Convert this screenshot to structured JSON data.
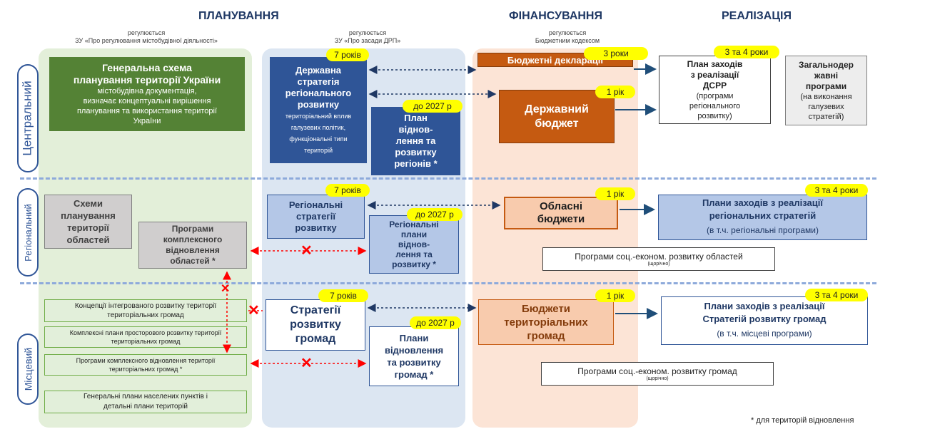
{
  "headers": {
    "planning": "ПЛАНУВАННЯ",
    "financing": "ФІНАНСУВАННЯ",
    "implementation": "РЕАЛІЗАЦІЯ"
  },
  "regulation_notes": {
    "plan1_line1": "регулюється",
    "plan1_line2": "ЗУ «Про регулювання містобудівної діяльності»",
    "plan2_line1": "регулюється",
    "plan2_line2": "ЗУ «Про засади ДРП»",
    "fin_line1": "регулюється",
    "fin_line2": "Бюджетним кодексом"
  },
  "levels": {
    "central": "Центральний",
    "regional": "Регіональний",
    "local": "Місцевий"
  },
  "central": {
    "general_scheme": {
      "title_line1": "Генеральна схема",
      "title_line2": "планування території України",
      "desc1": "містобудівна документація,",
      "desc2": "визначає концептуальні вирішення",
      "desc3": "планування та  використання території",
      "desc4": "України"
    },
    "state_strategy": {
      "badge": "7 років",
      "title1": "Державна",
      "title2": "стратегія",
      "title3": "регіонального",
      "title4": "розвитку",
      "desc1": "територіальний вплив",
      "desc2": "галузевих політик,",
      "desc3": "функціональні типи",
      "desc4": "територій"
    },
    "recovery_plan": {
      "badge": "до 2027 р",
      "line1": "План",
      "line2": "віднов-",
      "line3": "лення та",
      "line4": "розвитку",
      "line5": "регіонів *"
    },
    "budget_declarations": {
      "label": "Бюджетні декларації",
      "badge": "3 роки"
    },
    "state_budget": {
      "line1": "Державний",
      "line2": "бюджет",
      "badge": "1 рік"
    },
    "dsrr_plan": {
      "badge": "3 та 4 роки",
      "line1": "План заходів",
      "line2": "з реалізації",
      "line3": "ДСРР",
      "line4": "(програми",
      "line5": "регіонального",
      "line6": "розвитку)"
    },
    "national_programs": {
      "line1": "Загальнодер",
      "line2": "жавні",
      "line3": "програми",
      "line4": "(на виконання",
      "line5": "галузевих",
      "line6": "стратегій)"
    }
  },
  "regional": {
    "oblast_schemes": {
      "line1": "Схеми",
      "line2": "планування",
      "line3": "території",
      "line4": "областей"
    },
    "complex_recovery": {
      "line1": "Програми",
      "line2": "комплексного",
      "line3": "відновлення",
      "line4": "областей *"
    },
    "regional_strategies": {
      "badge": "7 років",
      "line1": "Регіональні",
      "line2": "стратегії",
      "line3": "розвитку"
    },
    "regional_recovery_plans": {
      "badge": "до 2027 р",
      "line1": "Регіональні",
      "line2": "плани",
      "line3": "віднов-",
      "line4": "лення та",
      "line5": "розвитку *"
    },
    "oblast_budgets": {
      "line1": "Обласні",
      "line2": "бюджети",
      "badge": "1 рік"
    },
    "regional_action_plans": {
      "badge": "3 та 4 роки",
      "line1": "Плани заходів з реалізації",
      "line2": "регіональних стратегій",
      "line3": "(в т.ч. регіональні програми)"
    },
    "socio_econ_programs": {
      "line1": "Програми соц.-економ. розвитку областей",
      "line2": "(щорічно)"
    }
  },
  "local": {
    "integrated_concepts": {
      "line1": "Концепції  інтегрованого розвитку території",
      "line2": "територіальних громад"
    },
    "spatial_plans": {
      "line1": "Комплексні плани просторового розвитку території",
      "line2": "територіальних громад"
    },
    "complex_recovery": {
      "line1": "Програми комплексного відновлення території",
      "line2": "територіальних громад *"
    },
    "general_plans": {
      "line1": "Генеральні плани населених пунктів і",
      "line2": "детальні плани  територій"
    },
    "community_strategies": {
      "badge": "7 років",
      "line1": "Стратегії",
      "line2": "розвитку",
      "line3": "громад"
    },
    "community_recovery_plans": {
      "badge": "до 2027 р",
      "line1": "Плани",
      "line2": "відновлення",
      "line3": "та розвитку",
      "line4": "громад *"
    },
    "community_budgets": {
      "line1": "Бюджети",
      "line2": "територіальних",
      "line3": "громад",
      "badge": "1 рік"
    },
    "community_action_plans": {
      "badge": "3 та 4 роки",
      "line1": "Плани заходів з реалізації",
      "line2": "Стратегій розвитку громад",
      "line3": "(в т.ч. місцеві програми)"
    },
    "socio_econ_programs": {
      "line1": "Програми соц.-економ. розвитку громад",
      "line2": "(щорічно)"
    }
  },
  "footnote": "* для територій відновлення",
  "colors": {
    "header": "#1f3864",
    "planning_bg_1": "#e3efd9",
    "planning_bg_2": "#dce6f2",
    "financing_bg": "#fce4d6",
    "badge": "#ffff00",
    "conflict": "#ff0000"
  }
}
